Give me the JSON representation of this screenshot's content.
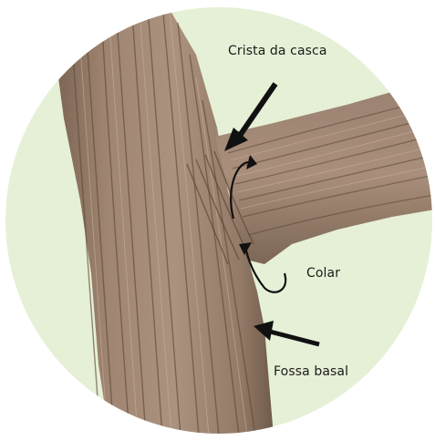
{
  "diagram": {
    "labels": {
      "bark_ridge": "Crista da casca",
      "collar": "Colar",
      "basal_pit": "Fossa basal"
    },
    "colors": {
      "background_disc": "#e6f0d6",
      "bark_light": "#a88f7a",
      "bark_mid": "#8c7361",
      "bark_dark": "#5e4a3d",
      "arrow": "#111111"
    }
  }
}
